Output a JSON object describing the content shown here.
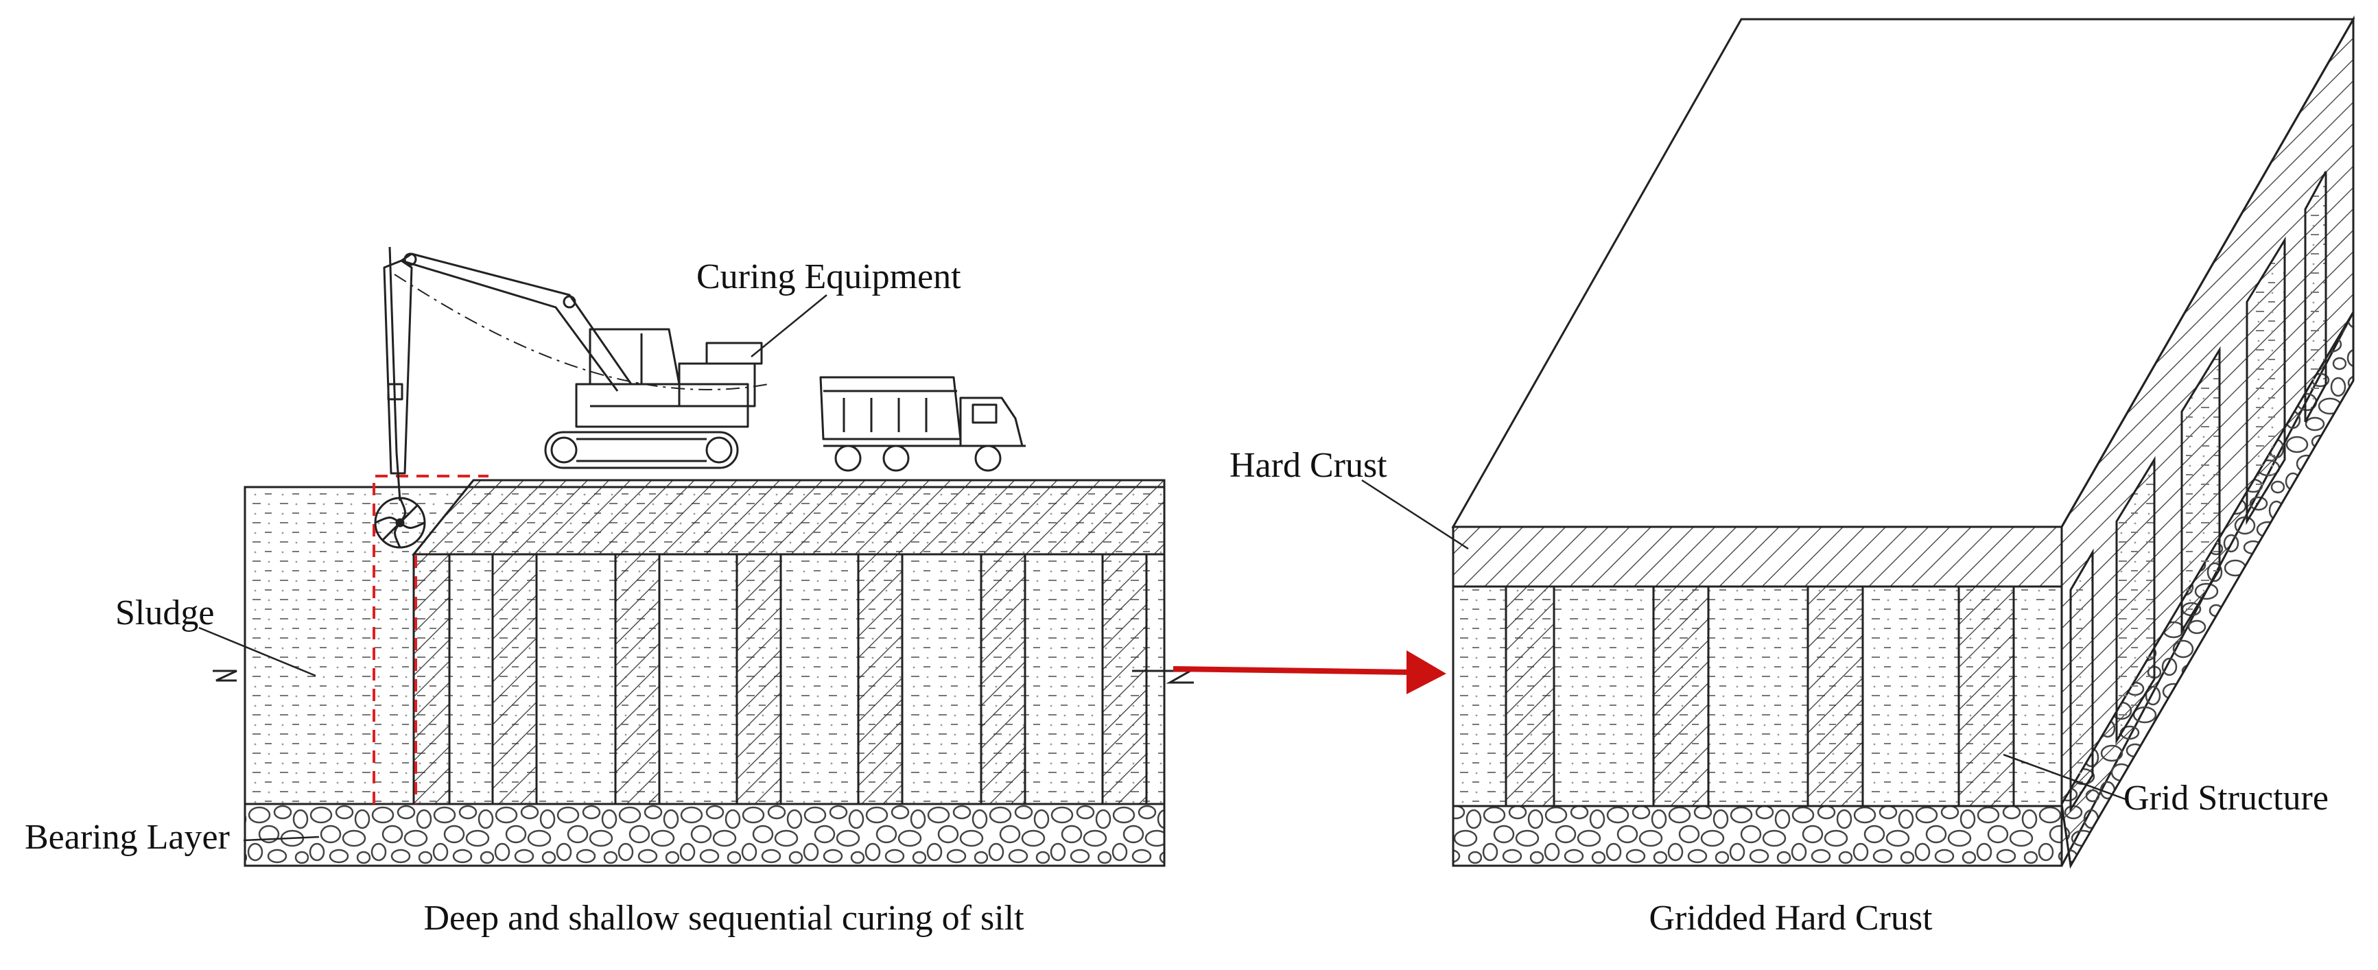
{
  "labels": {
    "curing_equipment": "Curing Equipment",
    "sludge": "Sludge",
    "bearing_layer": "Bearing Layer",
    "hard_crust": "Hard Crust",
    "grid_structure": "Grid Structure"
  },
  "captions": {
    "left": "Deep and shallow sequential curing of silt",
    "right": "Gridded Hard Crust"
  },
  "colors": {
    "line": "#222222",
    "arrow": "#cc1111",
    "dashed_outline": "#e02020",
    "background": "#ffffff"
  },
  "icons": [
    "excavator-icon",
    "dump-truck-icon",
    "mixing-head-icon",
    "transition-arrow-icon"
  ]
}
